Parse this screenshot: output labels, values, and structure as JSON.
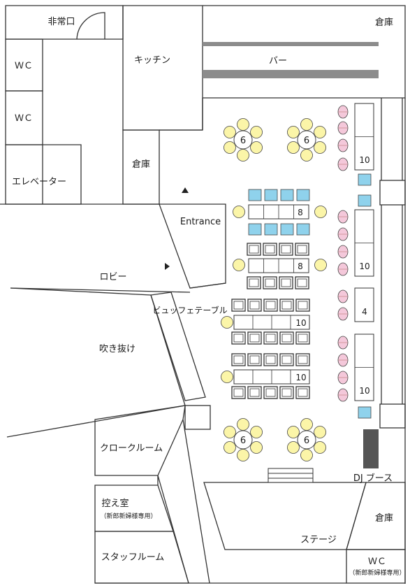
{
  "labels": {
    "emergency_exit": "非常口",
    "wc_1": "ＷＣ",
    "wc_2": "ＷＣ",
    "elevator": "エレベーター",
    "kitchen": "キッチン",
    "storage_top": "倉庫",
    "bar": "バー",
    "storage_mid": "倉庫",
    "entrance": "Entrance",
    "lobby": "ロビー",
    "atrium": "吹き抜け",
    "buffet_table": "ビュッフェテーブル",
    "cloakroom": "クロークルーム",
    "waiting_room": "控え室",
    "waiting_room_note": "（新郎新婦様専用）",
    "staff_room": "スタッフルーム",
    "dj_booth": "DJ ブース",
    "stage": "ステージ",
    "storage_bottom": "倉庫",
    "wc_bottom": "ＷＣ",
    "wc_bottom_note": "（新郎新婦様専用）"
  },
  "round_tables": [
    {
      "label": "6"
    },
    {
      "label": "6"
    },
    {
      "label": "6"
    },
    {
      "label": "6"
    }
  ],
  "center_tables": [
    {
      "label": "8"
    },
    {
      "label": "8"
    },
    {
      "label": "10"
    },
    {
      "label": "10"
    }
  ],
  "right_tables": [
    {
      "label": "10"
    },
    {
      "label": "10"
    },
    {
      "label": "4"
    },
    {
      "label": "10"
    }
  ],
  "colors": {
    "wall": "#333333",
    "round_chair": "#fbf5a8",
    "pink_chair": "#f4c8da",
    "blue_chair": "#8fd2ec",
    "bar_counter": "#8c8c8c",
    "dj_booth": "#555555"
  }
}
